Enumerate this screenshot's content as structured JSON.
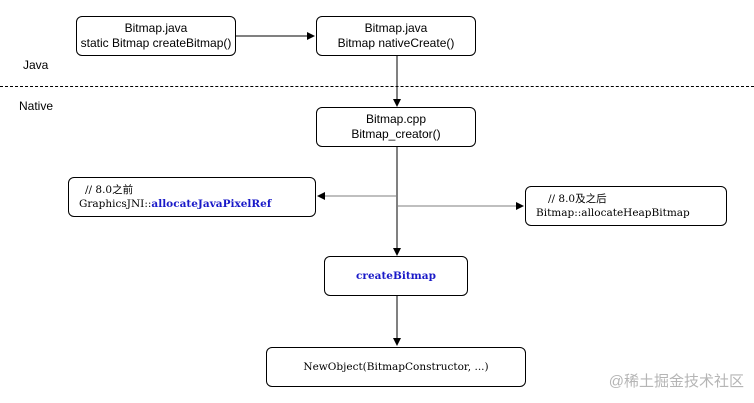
{
  "regions": {
    "java_label": "Java",
    "native_label": "Native"
  },
  "nodes": {
    "create_bitmap_java": {
      "line1": "Bitmap.java",
      "line2": "static Bitmap createBitmap()"
    },
    "native_create_java": {
      "line1": "Bitmap.java",
      "line2": "Bitmap nativeCreate()"
    },
    "bitmap_cpp": {
      "line1": "Bitmap.cpp",
      "line2": "Bitmap_creator()"
    },
    "allocate_java_pixel_ref": {
      "comment": "// 8.0之前",
      "prefix": "GraphicsJNI::",
      "method": "allocateJavaPixelRef"
    },
    "allocate_heap_bitmap": {
      "comment": "// 8.0及之后",
      "line2": "Bitmap::allocateHeapBitmap"
    },
    "create_bitmap_native": {
      "label": "createBitmap"
    },
    "new_object": {
      "label": "NewObject(BitmapConstructor, ...)"
    }
  },
  "colors": {
    "stroke": "#000000",
    "edge_gray": "#7f7f7f",
    "highlight_blue": "#1a1ac8",
    "watermark": "#b5b5b5"
  },
  "watermark": "@稀土掘金技术社区"
}
